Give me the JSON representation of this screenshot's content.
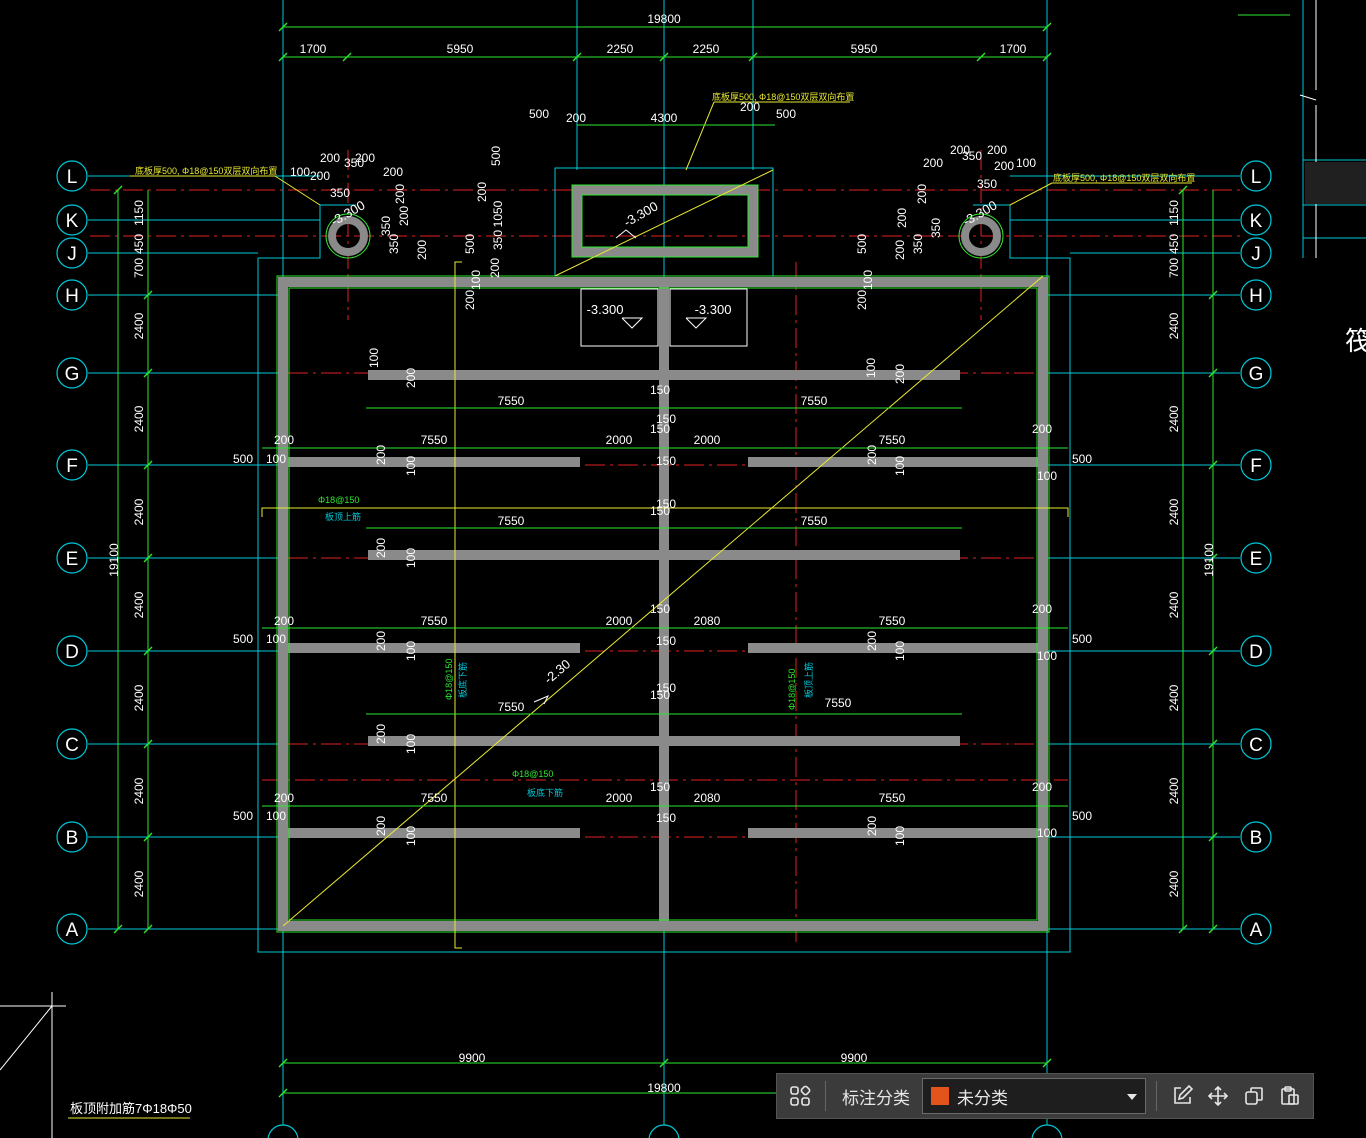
{
  "drawing": {
    "top_total": "19800",
    "top_segments": [
      "1700",
      "5950",
      "2250",
      "2250",
      "5950",
      "1700"
    ],
    "bottom_halves": [
      "9900",
      "9900"
    ],
    "bottom_total": "19800",
    "left_total": "19100",
    "right_total": "19100",
    "grid_letters": [
      "L",
      "K",
      "J",
      "H",
      "G",
      "F",
      "E",
      "D",
      "C",
      "B",
      "A"
    ],
    "row_spacing": "2400",
    "small_segments": [
      "1150",
      "450",
      "700"
    ],
    "pit_dims": [
      "500",
      "200",
      "4300",
      "200",
      "500"
    ],
    "elevation_main": "-3.300",
    "elevation_box_left": "-3.300",
    "elevation_box_right": "-3.300",
    "elevation_floor": "-2.30",
    "note_top": "底板厚500, Φ18@150双层双向布置",
    "note_left": "底板厚500, Φ18@150双层双向布置",
    "note_right": "底板厚500, Φ18@150双层双向布置",
    "rebar_label": "Φ18@150",
    "rebar_top_note": "板顶上筋",
    "rebar_bottom_note": "板底下筋",
    "bottom_left_note": "板顶附加筋7Φ18Φ50",
    "beam_span": "7550",
    "gap_span": "2000",
    "gap_span_alt": "2080",
    "dim_150": "150",
    "dim_200": "200",
    "dim_100": "100",
    "dim_500": "500",
    "dim_350": "350",
    "dim_1050": "1050",
    "side_char": "筏"
  },
  "toolbar": {
    "category_label": "标注分类",
    "selected_category": "未分类",
    "swatch_color": "#e2541b"
  },
  "colors": {
    "grid_cyan": "#00c8d8",
    "dim_green": "#2ee62e",
    "axis_red": "#e02020",
    "wall_gray": "#8a8a8a",
    "note_yellow": "#e8e832",
    "white": "#ffffff"
  }
}
